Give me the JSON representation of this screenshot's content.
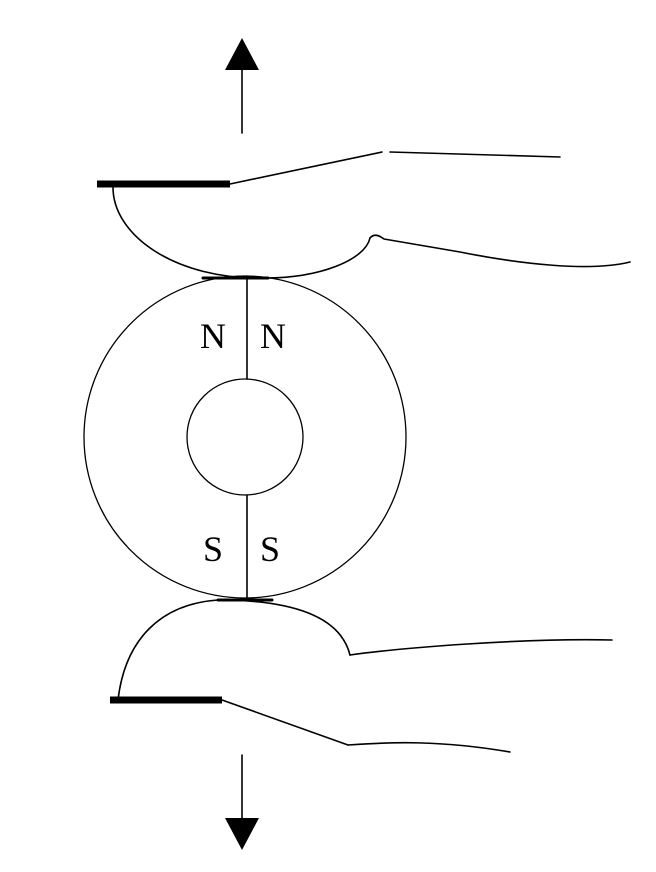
{
  "diagram": {
    "labels": {
      "top_left": "N",
      "top_right": "N",
      "bottom_left": "S",
      "bottom_right": "S"
    }
  }
}
